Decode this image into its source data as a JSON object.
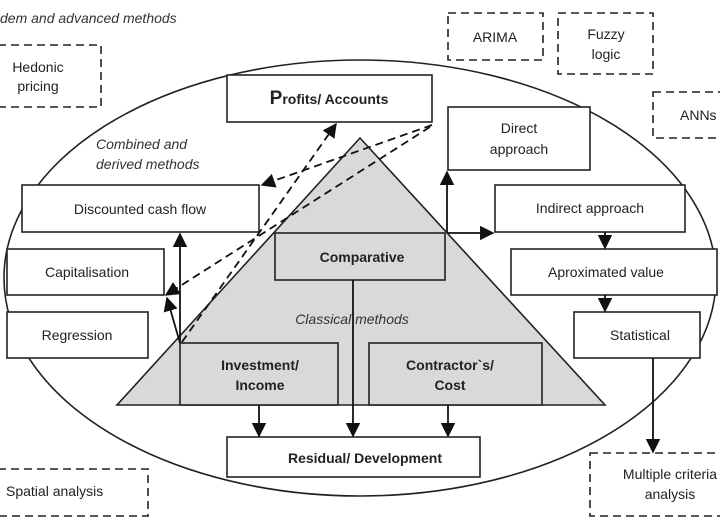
{
  "title_partial": "Modern and advanced methods",
  "labels": {
    "modern": "dem and advanced methods",
    "combined_1": "Combined and",
    "combined_2": "derived methods",
    "classical": "Classical methods"
  },
  "outer_methods": {
    "hedonic_1": "Hedonic",
    "hedonic_2": "pricing",
    "arima": "ARIMA",
    "fuzzy_1": "Fuzzy",
    "fuzzy_2": "logic",
    "anns": "ANNs",
    "spatial": "Spatial analysis",
    "mca_1": "Multiple criteria",
    "mca_2": "analysis"
  },
  "combined_methods": {
    "dcf": "Discounted cash flow",
    "capitalisation": "Capitalisation",
    "regression": "Regression",
    "direct_1": "Direct",
    "direct_2": "approach",
    "indirect": "Indirect  approach",
    "approx": "Aproximated  value",
    "statistical": "Statistical"
  },
  "classical_methods": {
    "profits_cap": "P",
    "profits_rest": "rofits/ Accounts",
    "comparative": "Comparative",
    "investment_1": "Investment/",
    "investment_2": "Income",
    "contractor_1": "Contractor`s/",
    "contractor_2": "Cost",
    "residual": "Residual/ Development"
  },
  "colors": {
    "stroke": "#222222",
    "triangle_fill": "#d9d9d9",
    "box_fill": "#ffffff"
  }
}
